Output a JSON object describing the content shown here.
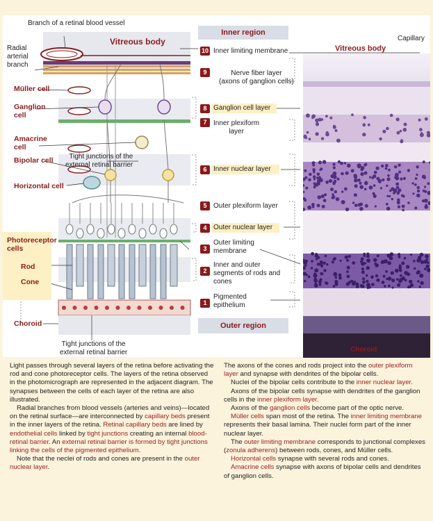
{
  "labels": {
    "branch_vessel": "Branch of a retinal blood vessel",
    "radial_arterial_branch": "Radial\narterial\nbranch",
    "vitreous_body_left": "Vitreous body",
    "vitreous_body_right": "Vitreous body",
    "capillary": "Capillary",
    "muller_cell": "Müller cell",
    "ganglion_cell": "Ganglion\ncell",
    "amacrine_cell": "Amacrine\ncell",
    "bipolar_cell": "Bipolar cell",
    "horizontal_cell": "Horizontal cell",
    "photoreceptor_cells": "Photoreceptor\ncells",
    "rod": "Rod",
    "cone": "Cone",
    "choroid_left": "Choroid",
    "choroid_right": "Choroid",
    "tight_junctions": "Tight junctions of the\nexternal retinal barrier",
    "tight_junctions_bottom": "Tight junctions of the\nexternal retinal barrier"
  },
  "regions": {
    "inner": "Inner region",
    "outer": "Outer region"
  },
  "layers": [
    {
      "number": "10",
      "label": "Inner limiting membrane"
    },
    {
      "number": "9",
      "label": "Nerve fiber layer\n(axons of ganglion cells)"
    },
    {
      "number": "8",
      "label": "Ganglion cell layer"
    },
    {
      "number": "7",
      "label": "Inner plexiform\nlayer"
    },
    {
      "number": "6",
      "label": "Inner nuclear layer"
    },
    {
      "number": "5",
      "label": "Outer plexiform layer"
    },
    {
      "number": "4",
      "label": "Outer nuclear layer"
    },
    {
      "number": "3",
      "label": "Outer limiting\nmembrane"
    },
    {
      "number": "2",
      "label": "Inner and outer\nsegments of rods and\ncones"
    },
    {
      "number": "1",
      "label": "Pigmented\nepithelium"
    }
  ],
  "text_left": {
    "p1": "Light passes through several layers of the retina before activating the rod and cone photoreceptor cells. The layers of the retina observed in the photomicrograph are represented in the adjacent diagram. The synapses between the cells of each layer of the retina are also illustrated.",
    "p2a": "Radial branches from blood vessels (arteries and veins)—located on the retinal surface—are interconnected by ",
    "p2b": "capillary beds",
    "p2c": " present in the inner layers of the retina. ",
    "p2d": "Retinal capillary beds",
    "p2e": " are lined by ",
    "p2f": "endothelial cells",
    "p2g": " linked by ",
    "p2h": "tight junctions",
    "p2i": " creating an internal ",
    "p2j": "blood-retinal barrier",
    "p2k": ". An ",
    "p2l": "external retinal barrier is formed by tight junctions linking the cells of the pigmented epithelium",
    "p2m": ".",
    "p3a": "Note that the neclei of rods and cones are present in the ",
    "p3b": "outer nuclear layer",
    "p3c": "."
  },
  "text_right": {
    "p1a": "The axons of the cones and rods project into the ",
    "p1b": "outer plexiform layer",
    "p1c": " and synapse with dendrites of the bipolar cells.",
    "p2a": "Nuclei of the bipolar cells contribute to the ",
    "p2b": "inner nuclear layer",
    "p2c": ".",
    "p3a": "Axons of the bipolar cells synapse with dendrites of the ganglion cells in the ",
    "p3b": "inner plexiform layer",
    "p3c": ".",
    "p4a": "Axons of the ",
    "p4b": "ganglion cells",
    "p4c": " become part of the optic nerve.",
    "p5a": "Müller cells",
    "p5b": " span most of the retina. The ",
    "p5c": "inner limiting membrane",
    "p5d": " represents their basal lamina. Their nuclei form part of the inner nuclear layer.",
    "p6a": "The ",
    "p6b": "outer limiting membrane",
    "p6c": " corresponds to junctional complexes (",
    "p6d": "zonula adherens",
    "p6e": ") between rods, cones, and Müller cells.",
    "p7a": "Horizontal cells",
    "p7b": " synapse with several rods and cones.",
    "p8a": "Amacrine cells",
    "p8b": " synapse with axons of bipolar cells and dendrites of ganglion cells."
  },
  "colors": {
    "accent_red": "#8a1c1c",
    "stain_purple": "#5a3a8a",
    "panel_cream": "#fbf3dc"
  }
}
